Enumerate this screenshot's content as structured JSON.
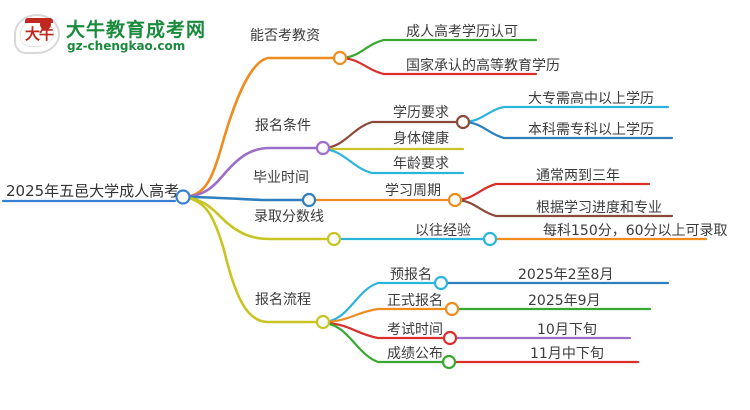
{
  "brand": {
    "badge_text": "大牛",
    "title": "大牛教育成考网",
    "subtitle": "gz-chengkao.com",
    "title_color": "#1a8a3c",
    "badge_color": "#c0281f"
  },
  "mindmap": {
    "root": {
      "label": "2025年五邑大学成人高考",
      "underline_color": "#3a7fd5",
      "node_color": "#3a7fd5"
    },
    "branches": [
      {
        "label": "能否考教资",
        "color": "#ef8c20",
        "node_color": "#ef8c20",
        "children": [
          {
            "label": "成人高考学历认可",
            "color": "#39a832",
            "node_color": "#39a832",
            "children": []
          },
          {
            "label": "国家承认的高等教育学历",
            "color": "#d9302c",
            "node_color": "#d9302c",
            "children": []
          }
        ]
      },
      {
        "label": "报名条件",
        "color": "#9b6fc7",
        "node_color": "#9b6fc7",
        "children": [
          {
            "label": "学历要求",
            "color": "#8b4a3a",
            "node_color": "#8b4a3a",
            "children": [
              {
                "label": "大专需高中以上学历",
                "color": "#2cb4dd",
                "node_color": "#2cb4dd"
              },
              {
                "label": "本科需专科以上学历",
                "color": "#2e7fbd",
                "node_color": "#2e7fbd"
              }
            ]
          },
          {
            "label": "身体健康",
            "color": "#c8c424",
            "node_color": "#c8c424",
            "children": []
          },
          {
            "label": "年龄要求",
            "color": "#2cb4dd",
            "node_color": "#2cb4dd",
            "children": []
          }
        ]
      },
      {
        "label": "毕业时间",
        "color": "#2e7fbd",
        "node_color": "#2e7fbd",
        "children": [
          {
            "label": "学习周期",
            "color": "#ef8c20",
            "node_color": "#ef8c20",
            "children": [
              {
                "label": "通常两到三年",
                "color": "#d9302c",
                "node_color": "#d9302c"
              },
              {
                "label": "根据学习进度和专业",
                "color": "#8b4a3a",
                "node_color": "#8b4a3a"
              }
            ]
          }
        ]
      },
      {
        "label": "录取分数线",
        "color": "#c8c424",
        "node_color": "#c8c424",
        "children": [
          {
            "label": "以往经验",
            "color": "#2cb4dd",
            "node_color": "#2cb4dd",
            "children": [
              {
                "label": "每科150分，60分以上可录取",
                "color": "#ef8c20",
                "node_color": "#ef8c20"
              }
            ]
          }
        ]
      },
      {
        "label": "报名流程",
        "color": "#c8c424",
        "node_color": "#c8c424",
        "children": [
          {
            "label": "预报名",
            "color": "#2cb4dd",
            "node_color": "#2cb4dd",
            "children": [
              {
                "label": "2025年2至8月",
                "color": "#2e7fbd",
                "node_color": "#2e7fbd"
              }
            ]
          },
          {
            "label": "正式报名",
            "color": "#ef8c20",
            "node_color": "#ef8c20",
            "children": [
              {
                "label": "2025年9月",
                "color": "#39a832",
                "node_color": "#39a832"
              }
            ]
          },
          {
            "label": "考试时间",
            "color": "#d9302c",
            "node_color": "#d9302c",
            "children": [
              {
                "label": "10月下旬",
                "color": "#9b6fc7",
                "node_color": "#9b6fc7"
              }
            ]
          },
          {
            "label": "成绩公布",
            "color": "#39a832",
            "node_color": "#39a832",
            "children": [
              {
                "label": "11月中下旬",
                "color": "#d9302c",
                "node_color": "#d9302c"
              }
            ]
          }
        ]
      }
    ]
  }
}
